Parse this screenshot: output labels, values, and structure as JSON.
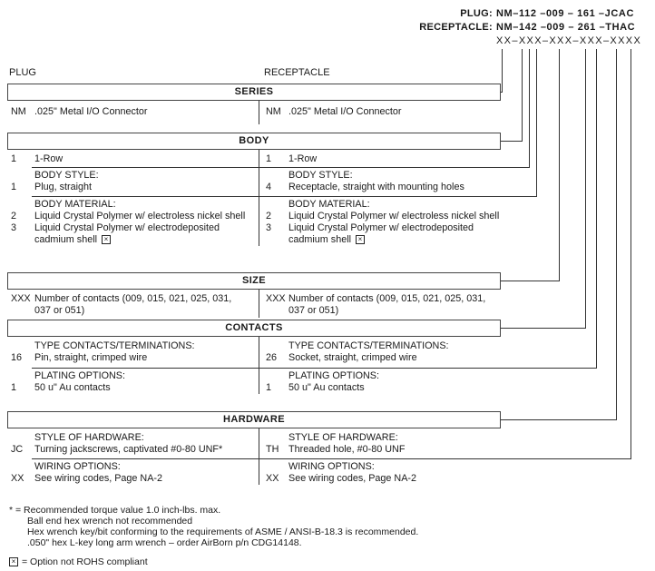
{
  "header": {
    "plug_label": "PLUG:",
    "plug_value": "NM–112 –009 – 161 –JCAC",
    "receptacle_label": "RECEPTACLE:",
    "receptacle_value": "NM–142 –009 – 261 –THAC",
    "mask": "XX–XXX–XXX–XXX–XXXX"
  },
  "columns": {
    "left": "PLUG",
    "right": "RECEPTACLE"
  },
  "series": {
    "title": "SERIES",
    "code": "NM",
    "desc": ".025\" Metal I/O Connector"
  },
  "body": {
    "title": "BODY",
    "row_code": "1",
    "row_desc": "1-Row",
    "style_label": "BODY STYLE:",
    "style_left_code": "1",
    "style_left_desc": "Plug, straight",
    "style_right_code": "4",
    "style_right_desc": "Receptacle, straight with mounting holes",
    "material_label": "BODY MATERIAL:",
    "mat2_code": "2",
    "mat2_desc": "Liquid Crystal Polymer w/ electroless nickel shell",
    "mat3_code": "3",
    "mat3_desc1": "Liquid Crystal Polymer w/ electrodeposited",
    "mat3_desc2": "cadmium shell"
  },
  "size": {
    "title": "SIZE",
    "code": "XXX",
    "desc1": "Number of contacts (009, 015, 021, 025, 031,",
    "desc2": "037 or 051)"
  },
  "contacts": {
    "title": "CONTACTS",
    "type_label": "TYPE CONTACTS/TERMINATIONS:",
    "type_left_code": "16",
    "type_left_desc": "Pin, straight, crimped wire",
    "type_right_code": "26",
    "type_right_desc": "Socket, straight, crimped wire",
    "plating_label": "PLATING OPTIONS:",
    "plating_code": "1",
    "plating_desc": "50 u\" Au contacts"
  },
  "hardware": {
    "title": "HARDWARE",
    "style_label": "STYLE OF HARDWARE:",
    "style_left_code": "JC",
    "style_left_desc": "Turning jackscrews, captivated #0-80 UNF*",
    "style_right_code": "TH",
    "style_right_desc": "Threaded hole, #0-80 UNF",
    "wiring_label": "WIRING OPTIONS:",
    "wiring_code": "XX",
    "wiring_desc": "See wiring codes, Page NA-2"
  },
  "footnotes": {
    "star1": "* = Recommended torque value 1.0 inch-lbs. max.",
    "star2": "Ball end hex wrench not recommended",
    "star3": "Hex wrench key/bit conforming to the requirements of ASME / ANSI-B-18.3 is recommended.",
    "star4": ".050\" hex L-key long arm wrench – order AirBorn p/n CDG14148.",
    "rohs": "= Option not ROHS compliant"
  },
  "icons": {
    "not_rohs_glyph": "×"
  }
}
